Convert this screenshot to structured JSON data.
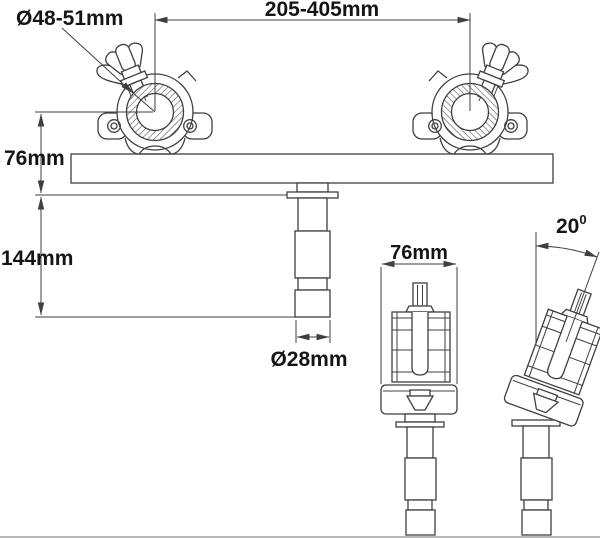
{
  "drawing": {
    "description": "Technical dimension drawing of a dual half-coupler truss adapter with TV spigot, shown in side view, front view and 20-degree tilted view",
    "colors": {
      "background": "#ffffff",
      "line": "#3f3f3f",
      "text": "#151515",
      "hatch": "#4a4a4a",
      "bottom_border": "#b8b8b8"
    },
    "labels": {
      "clamp_diameter": "Ø48-51mm",
      "mount_spacing": "205-405mm",
      "bar_height": "76mm",
      "spigot_length": "144mm",
      "spigot_diameter": "Ø28mm",
      "clamp_width": "76mm",
      "tilt_angle_value": "20",
      "tilt_angle_degree": "0"
    }
  }
}
